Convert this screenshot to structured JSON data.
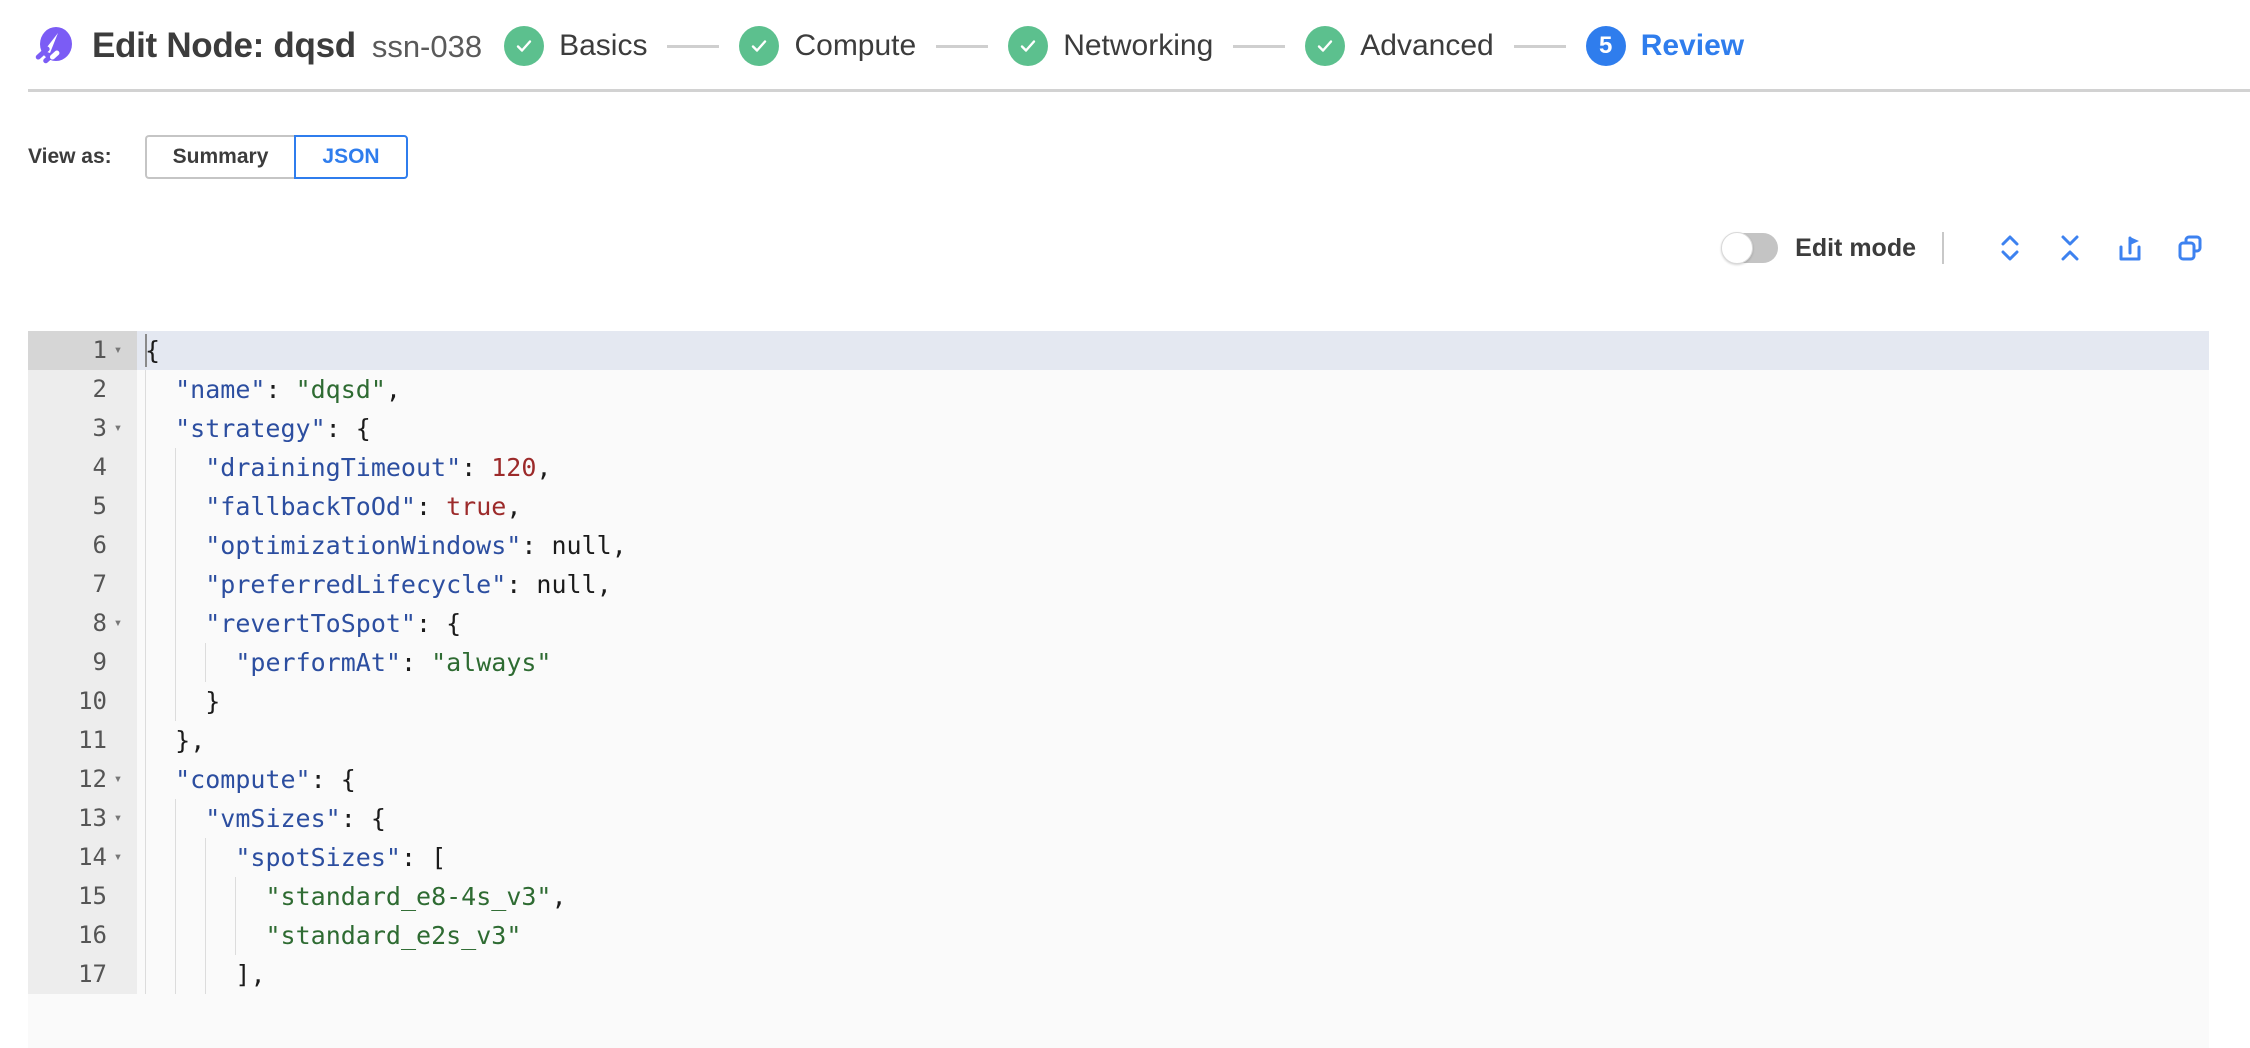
{
  "header": {
    "logo_icon": "rocket-logo-icon",
    "title": "Edit Node: dqsd",
    "session_id": "ssn-038",
    "accent_purple": "#7b5cf5"
  },
  "stepper": {
    "steps": [
      {
        "label": "Basics",
        "state": "done",
        "badge": "check-icon"
      },
      {
        "label": "Compute",
        "state": "done",
        "badge": "check-icon"
      },
      {
        "label": "Networking",
        "state": "done",
        "badge": "check-icon"
      },
      {
        "label": "Advanced",
        "state": "done",
        "badge": "check-icon"
      },
      {
        "label": "Review",
        "state": "current",
        "badge": "5"
      }
    ],
    "done_color": "#5cc08e",
    "current_color": "#2f7ded"
  },
  "view_as": {
    "label": "View as:",
    "options": [
      {
        "label": "Summary",
        "selected": false
      },
      {
        "label": "JSON",
        "selected": true
      }
    ]
  },
  "editor_toolbar": {
    "edit_mode_label": "Edit mode",
    "edit_mode_on": false,
    "icons": [
      {
        "name": "expand-all-icon"
      },
      {
        "name": "collapse-all-icon"
      },
      {
        "name": "share-export-icon"
      },
      {
        "name": "copy-icon"
      }
    ],
    "icon_color": "#3d82f0"
  },
  "editor": {
    "active_line": 1,
    "lines": [
      {
        "num": "1",
        "foldable": true,
        "indent": 0,
        "text": "{"
      },
      {
        "num": "2",
        "foldable": false,
        "indent": 1,
        "text": "  \"name\": \"dqsd\","
      },
      {
        "num": "3",
        "foldable": true,
        "indent": 1,
        "text": "  \"strategy\": {"
      },
      {
        "num": "4",
        "foldable": false,
        "indent": 2,
        "text": "    \"drainingTimeout\": 120,"
      },
      {
        "num": "5",
        "foldable": false,
        "indent": 2,
        "text": "    \"fallbackToOd\": true,"
      },
      {
        "num": "6",
        "foldable": false,
        "indent": 2,
        "text": "    \"optimizationWindows\": null,"
      },
      {
        "num": "7",
        "foldable": false,
        "indent": 2,
        "text": "    \"preferredLifecycle\": null,"
      },
      {
        "num": "8",
        "foldable": true,
        "indent": 2,
        "text": "    \"revertToSpot\": {"
      },
      {
        "num": "9",
        "foldable": false,
        "indent": 3,
        "text": "      \"performAt\": \"always\""
      },
      {
        "num": "10",
        "foldable": false,
        "indent": 2,
        "text": "    }"
      },
      {
        "num": "11",
        "foldable": false,
        "indent": 1,
        "text": "  },"
      },
      {
        "num": "12",
        "foldable": true,
        "indent": 1,
        "text": "  \"compute\": {"
      },
      {
        "num": "13",
        "foldable": true,
        "indent": 2,
        "text": "    \"vmSizes\": {"
      },
      {
        "num": "14",
        "foldable": true,
        "indent": 3,
        "text": "      \"spotSizes\": ["
      },
      {
        "num": "15",
        "foldable": false,
        "indent": 4,
        "text": "        \"standard_e8-4s_v3\","
      },
      {
        "num": "16",
        "foldable": false,
        "indent": 4,
        "text": "        \"standard_e2s_v3\""
      },
      {
        "num": "17",
        "foldable": false,
        "indent": 3,
        "text": "      ],"
      }
    ]
  }
}
